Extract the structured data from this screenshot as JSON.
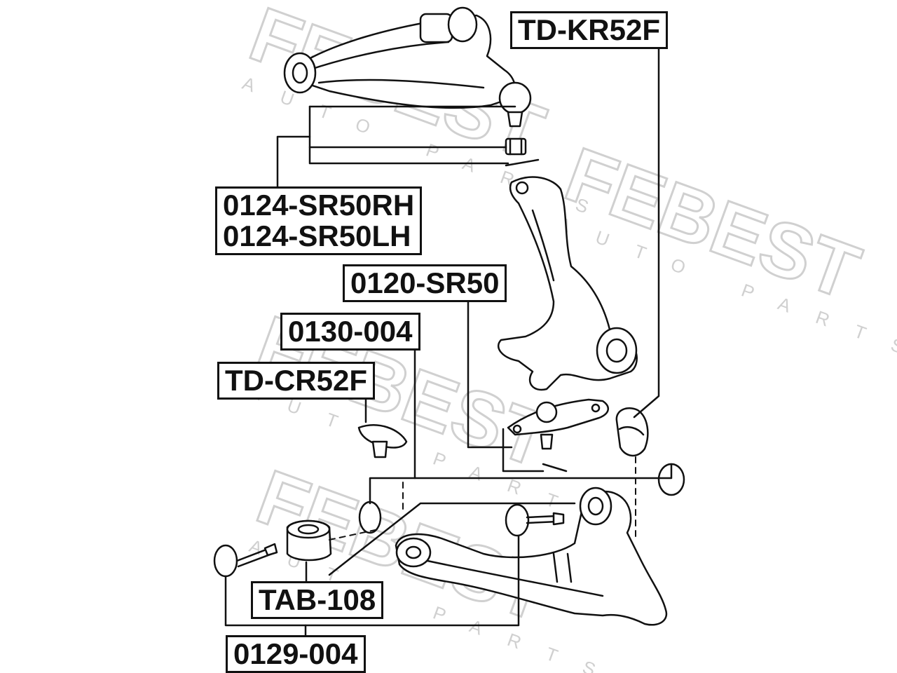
{
  "watermark": {
    "brand": "FEBEST",
    "tagline": "AUTO PARTS"
  },
  "labels": {
    "td_kr52f": "TD-KR52F",
    "sr50rh": "0124-SR50RH",
    "sr50lh": "0124-SR50LH",
    "sr50": "0120-SR50",
    "c004": "0130-004",
    "td_cr52f": "TD-CR52F",
    "tab108": "TAB-108",
    "b004": "0129-004"
  },
  "colors": {
    "line": "#111111",
    "watermark": "#d2d2d2",
    "background": "#ffffff"
  }
}
